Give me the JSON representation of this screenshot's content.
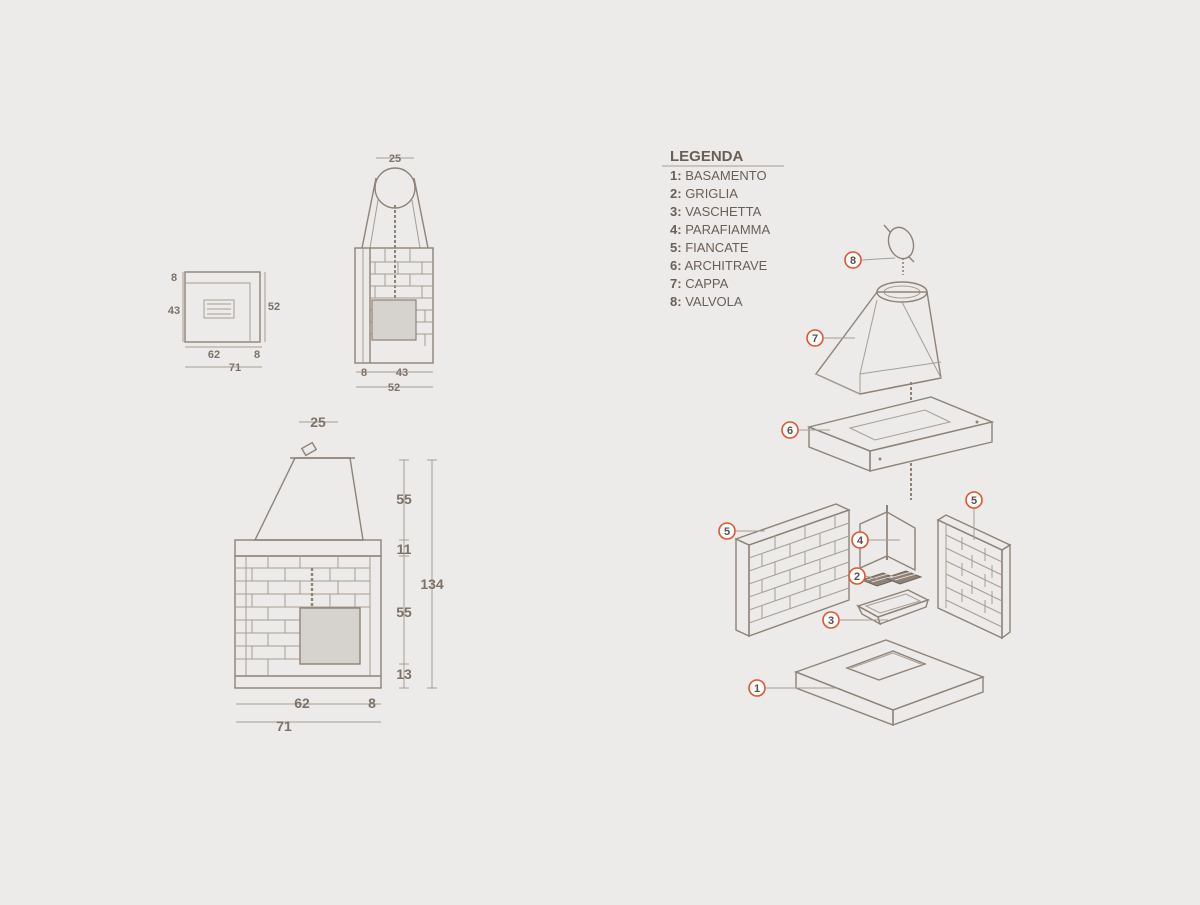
{
  "views": {
    "top_view": {
      "dims": {
        "left_top": "8",
        "left_mid": "43",
        "right": "52",
        "bottom_a": "62",
        "bottom_b": "8",
        "bottom_total": "71"
      }
    },
    "side_view": {
      "dims": {
        "top": "25",
        "bottom_a": "8",
        "bottom_b": "43",
        "bottom_total": "52"
      }
    },
    "front_view": {
      "dims": {
        "top": "25",
        "h1": "55",
        "h2": "11",
        "h3": "55",
        "h4": "13",
        "total_h": "134",
        "bottom_a": "62",
        "bottom_b": "8",
        "bottom_total": "71"
      }
    }
  },
  "legend": {
    "title": "LEGENDA",
    "items": [
      {
        "num": "1:",
        "label": "BASAMENTO"
      },
      {
        "num": "2:",
        "label": "GRIGLIA"
      },
      {
        "num": "3:",
        "label": "VASCHETTA"
      },
      {
        "num": "4:",
        "label": "PARAFIAMMA"
      },
      {
        "num": "5:",
        "label": "FIANCATE"
      },
      {
        "num": "6:",
        "label": "ARCHITRAVE"
      },
      {
        "num": "7:",
        "label": "CAPPA"
      },
      {
        "num": "8:",
        "label": "VALVOLA"
      }
    ]
  },
  "callouts": {
    "c8": "8",
    "c7": "7",
    "c6": "6",
    "c5a": "5",
    "c5b": "5",
    "c4": "4",
    "c2": "2",
    "c3": "3",
    "c1": "1"
  },
  "colors": {
    "background": "#ecebea",
    "line": "#8f8277",
    "callout_ring": "#e0552b"
  }
}
